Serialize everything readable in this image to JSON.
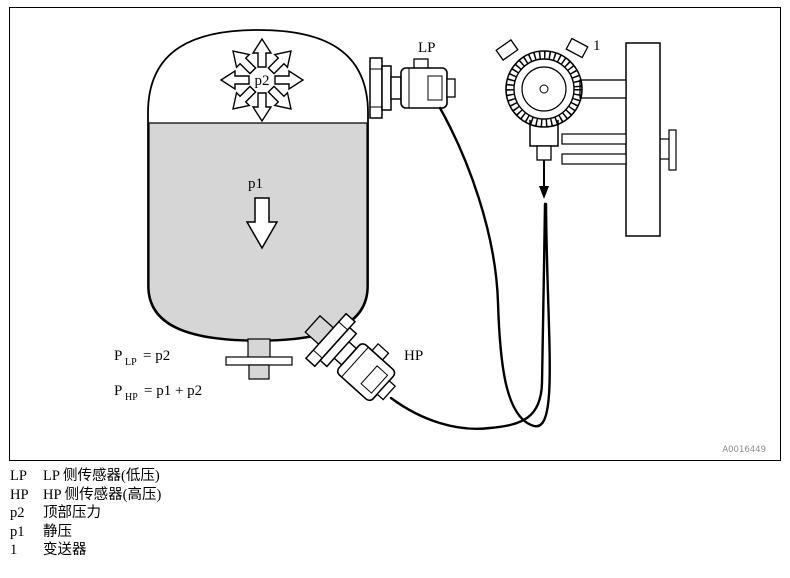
{
  "figure": {
    "code": "A0016449",
    "labels": {
      "lp_sensor": "LP",
      "hp_sensor": "HP",
      "top_pressure": "p2",
      "static_pressure": "p1",
      "transmitter": "1"
    },
    "formulas": {
      "lp": {
        "symbol": "P",
        "subscript": "LP",
        "expression": "= p2"
      },
      "hp": {
        "symbol": "P",
        "subscript": "HP",
        "expression": "= p1 + p2"
      }
    }
  },
  "legend": {
    "items": [
      {
        "key": "LP",
        "desc": "LP 侧传感器(低压)"
      },
      {
        "key": "HP",
        "desc": "HP 侧传感器(高压)"
      },
      {
        "key": "p2",
        "desc": "顶部压力"
      },
      {
        "key": "p1",
        "desc": "静压"
      },
      {
        "key": "1",
        "desc": "变送器"
      }
    ]
  },
  "colors": {
    "line": "#000000",
    "liquid_fill": "#d6d6d6",
    "figure_code": "#8c8c8c",
    "background": "#ffffff"
  }
}
